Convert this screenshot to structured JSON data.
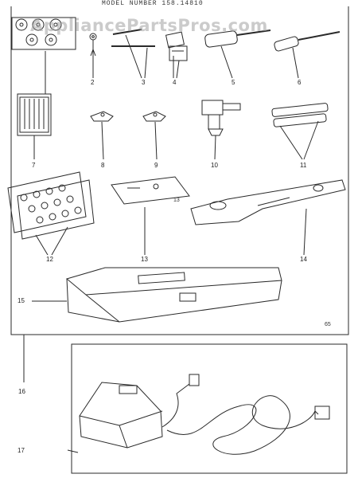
{
  "header": {
    "model_label": "MODEL NUMBER 158.14810"
  },
  "watermark": {
    "text": "AppliancePartsPros.com"
  },
  "diagram": {
    "callouts": [
      "2",
      "3",
      "4",
      "5",
      "6",
      "7",
      "8",
      "9",
      "10",
      "11",
      "12",
      "13",
      "14",
      "15",
      "16",
      "17"
    ],
    "plate_code": "13",
    "page_code": "65"
  },
  "colors": {
    "line": "#2a2a2a",
    "background": "#ffffff",
    "watermark": "#a0a0a0"
  }
}
